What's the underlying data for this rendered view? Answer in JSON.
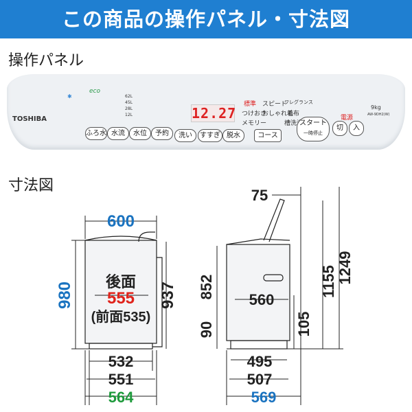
{
  "header": {
    "title": "この商品の操作パネル・寸法図"
  },
  "panel_section": {
    "heading": "操作パネル"
  },
  "dims_section": {
    "heading": "寸法図"
  },
  "panel": {
    "brand": "TOSHIBA",
    "eco": "eco",
    "capacity": "9kg",
    "model": "AW-9DH2(W)",
    "display": "12.27",
    "labels": {
      "course": "標準",
      "speed": "スピード",
      "fragrance": "フレグランス",
      "tsukeoki": "つけおき",
      "oshare": "おしゃれ着",
      "moufu": "毛布",
      "memory": "メモリー",
      "kurumi": "槽洗浄",
      "power": "電源",
      "start_sub": "一時停止"
    },
    "water_levels": [
      "62L",
      "45L",
      "28L",
      "12L"
    ],
    "buttons": {
      "furomizu": "ふろ水",
      "suiryu": "水流",
      "suii": "水位",
      "yoyaku": "予約",
      "arai": "洗い",
      "susugi": "すすぎ",
      "dassui": "脱水",
      "course": "コース",
      "start": "スタート",
      "off": "切",
      "on": "入"
    }
  },
  "front_dims": {
    "width": "600",
    "height": "980",
    "depth_title": "後面",
    "depth_back": "555",
    "depth_front": "(前面535)",
    "inner_height": "937",
    "base_532": "532",
    "base_551": "551",
    "base_564": "564"
  },
  "side_dims": {
    "lid_offset": "75",
    "depth": "560",
    "h852": "852",
    "h90": "90",
    "h105": "105",
    "h1155": "1155",
    "h1249": "1249",
    "d495": "495",
    "d507": "507",
    "d569": "569"
  },
  "colors": {
    "banner": "#1f7fd1",
    "blue_dim": "#1a73c0",
    "red_dim": "#e0231b",
    "green_dim": "#1e9a3c"
  }
}
